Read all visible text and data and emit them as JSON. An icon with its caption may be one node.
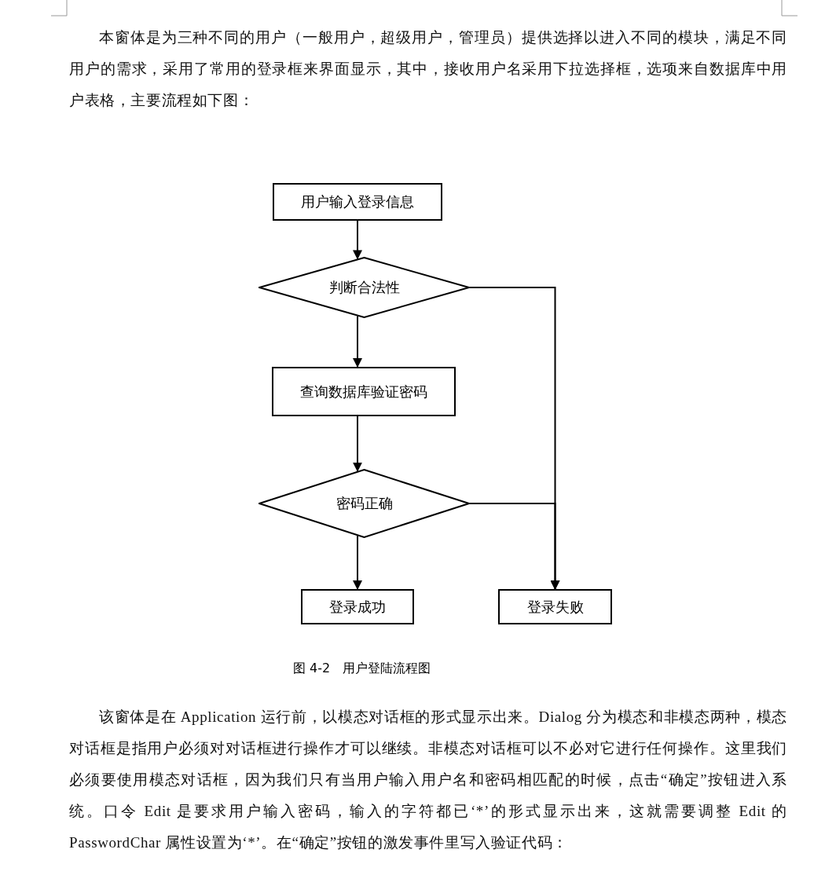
{
  "diagram": {
    "caption": "图 4-2　用户登陆流程图",
    "nodes": [
      {
        "text": [
          "用户输入登录信息"
        ]
      },
      {
        "text": [
          "判断合法性"
        ]
      },
      {
        "text": [
          "查询数据库验证密码"
        ]
      },
      {
        "text": [
          "密码正确"
        ]
      },
      {
        "text": [
          "登录成功"
        ]
      },
      {
        "text": [
          "登录失败"
        ]
      }
    ],
    "edges": [
      {
        "from": 0,
        "to": 1,
        "arrow": "to"
      },
      {
        "from": 1,
        "to": 2,
        "arrow": "to"
      },
      {
        "from": 2,
        "to": 3,
        "arrow": "to"
      },
      {
        "from": 3,
        "to": 4,
        "arrow": "to"
      },
      {
        "from": 1,
        "to": 5,
        "arrow": "to"
      },
      {
        "from": 3,
        "to": 5,
        "arrow": "to"
      }
    ],
    "labels": [
      "本窗体是为三种不同的用户（一般用户，超级用户，管理员）提供选择以进入不同的模块，满足不同用户的需求，采用了常用的登录框来界面显示，其中，接收用户名采用下拉选择框，选项来自数据库中用户表格，主要流程如下图：",
      "该窗体是在 Application 运行前，以模态对话框的形式显示出来。Dialog 分为模态和非模态两种，模态对话框是指用户必须对对话框进行操作才可以继续。非模态对话框可以不必对它进行任何操作。这里我们必须要使用模态对话框，因为我们只有当用户输入用户名和密码相匹配的时候，点击“确定”按钮进入系统。口令 Edit 是要求用户输入密码，输入的字符都已‘*’的形式显示出来，这就需要调整 Edit 的 PasswordChar 属性设置为‘*’。在“确定”按钮的激发事件里写入验证代码："
    ]
  }
}
